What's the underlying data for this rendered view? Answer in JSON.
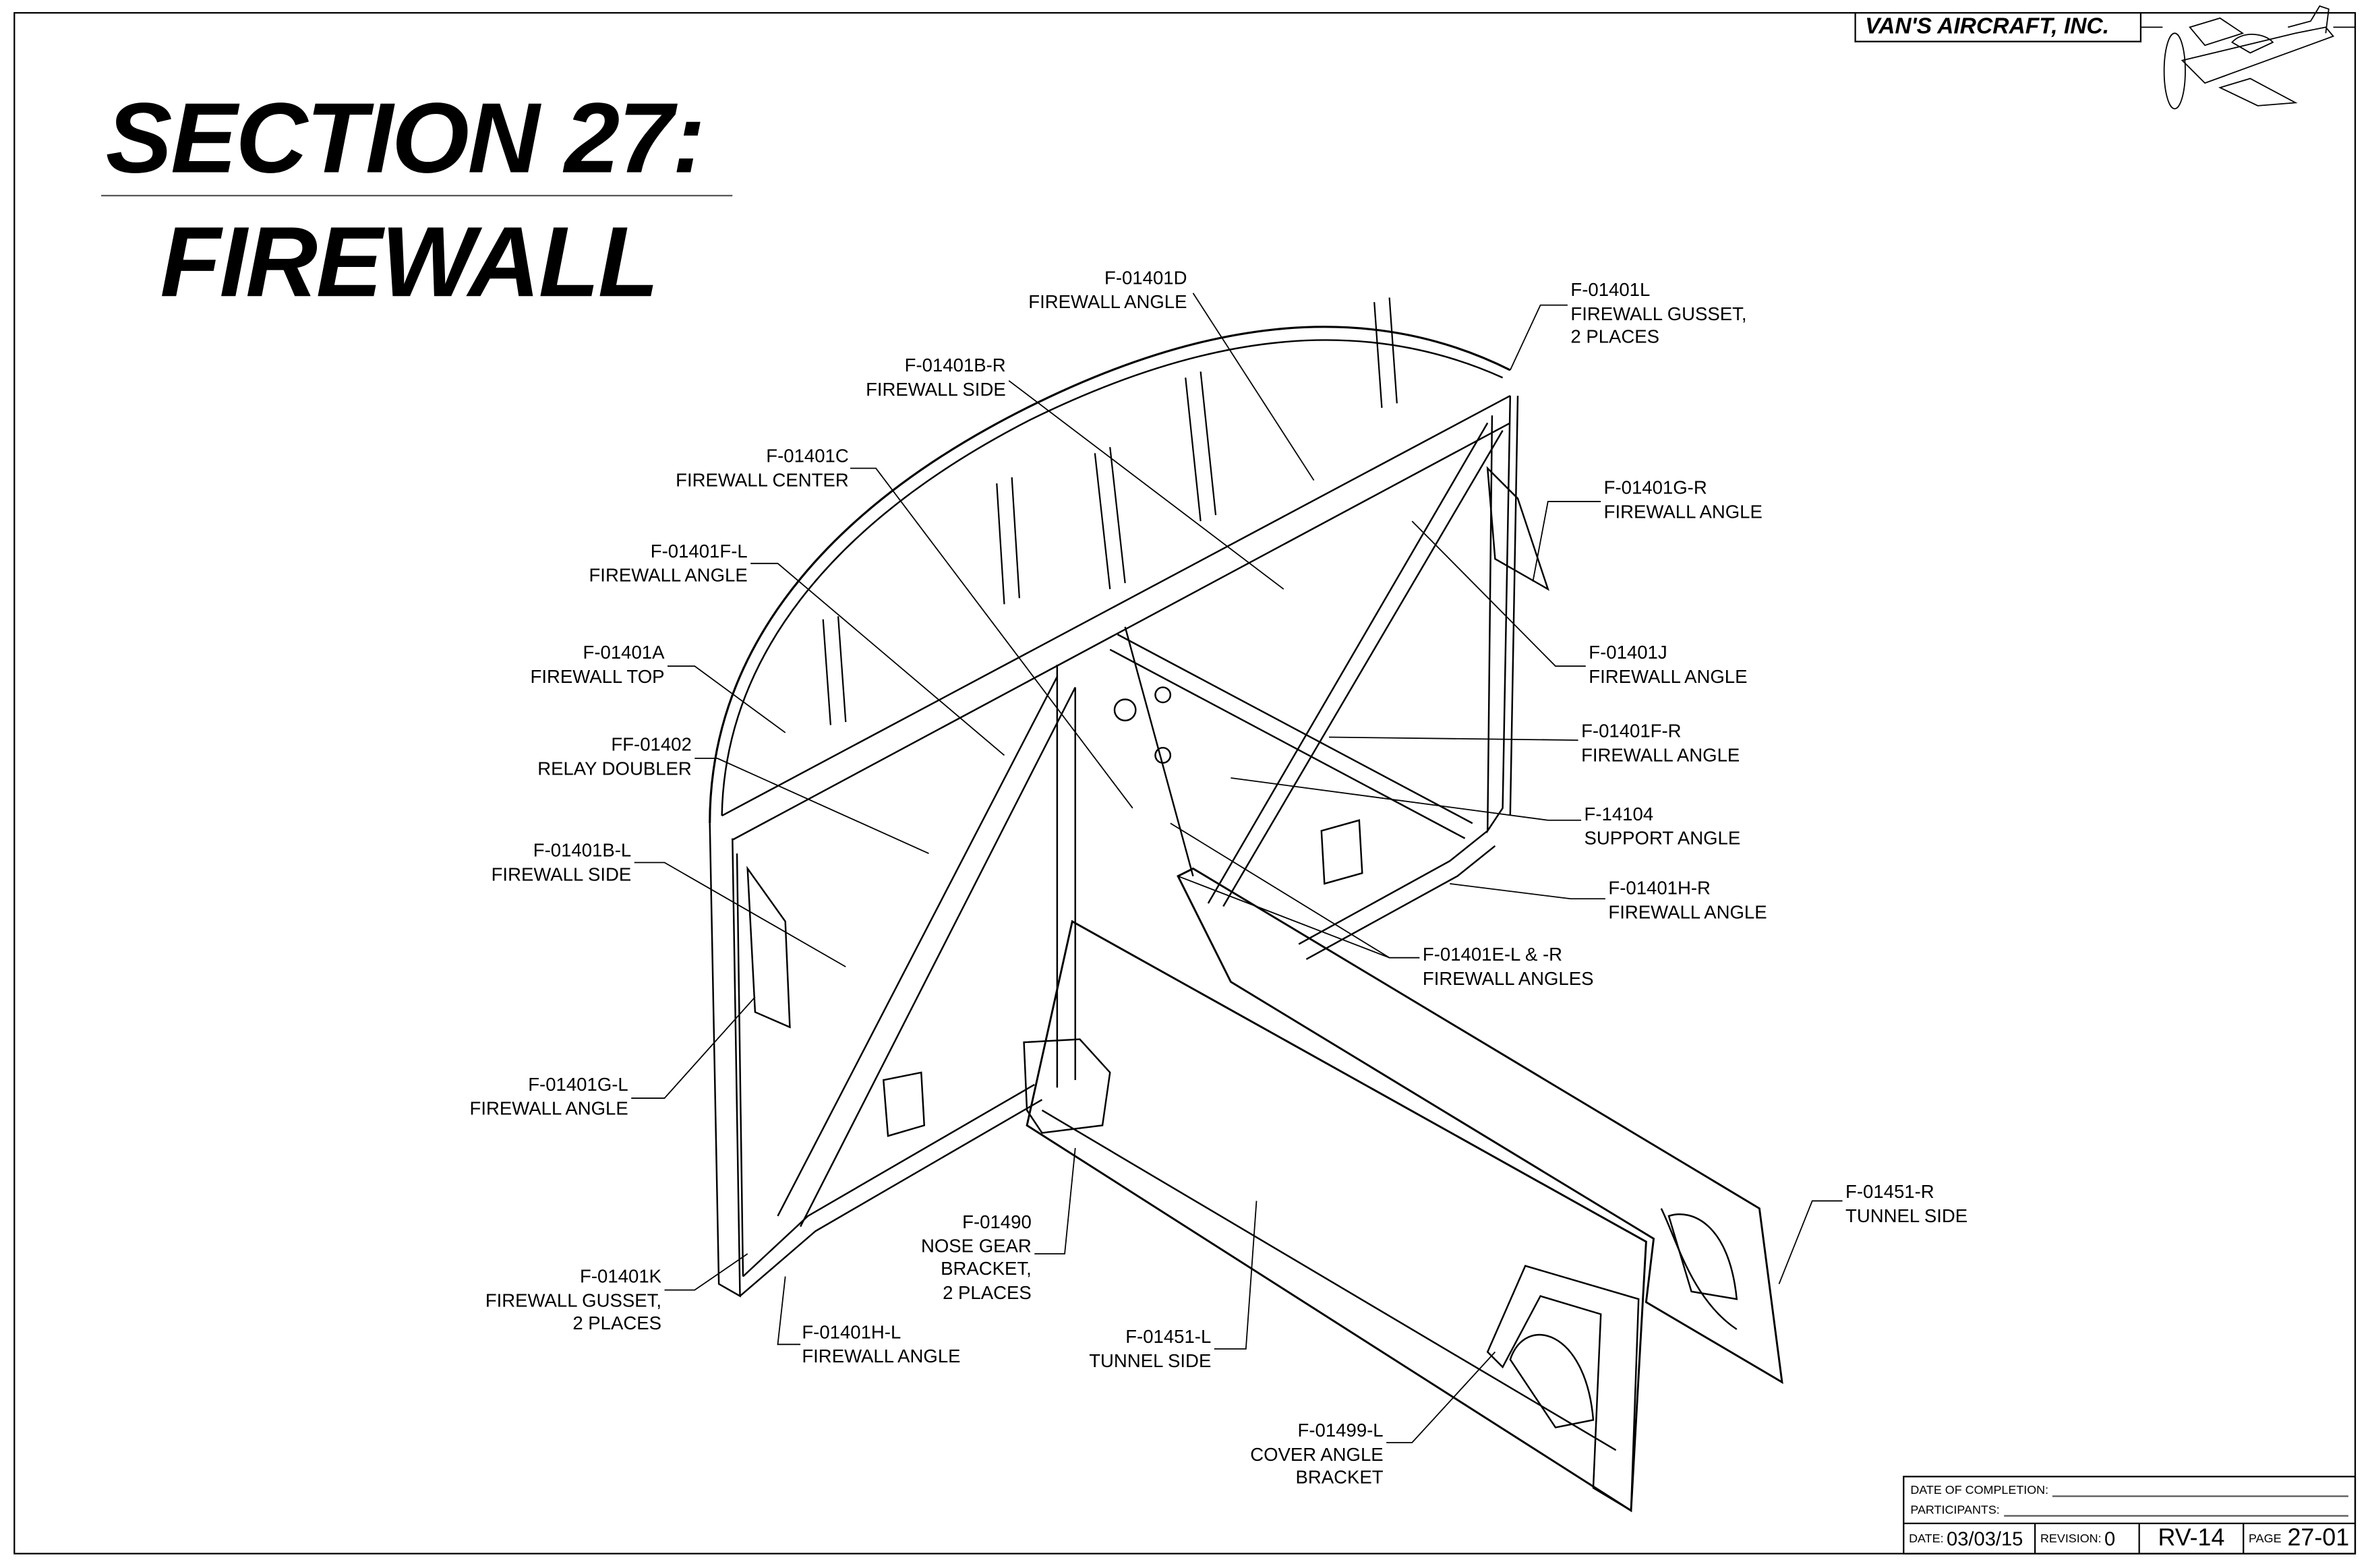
{
  "brand": "VAN'S AIRCRAFT, INC.",
  "title": {
    "line1": "SECTION 27:",
    "line2": "FIREWALL"
  },
  "callouts": [
    {
      "id": "f01401d",
      "lines": [
        "F-01401D",
        "FIREWALL ANGLE"
      ]
    },
    {
      "id": "f01401l",
      "lines": [
        "F-01401L",
        "FIREWALL GUSSET,",
        "2 PLACES"
      ]
    },
    {
      "id": "f01401br",
      "lines": [
        "F-01401B-R",
        "FIREWALL SIDE"
      ]
    },
    {
      "id": "f01401c",
      "lines": [
        "F-01401C",
        "FIREWALL CENTER"
      ]
    },
    {
      "id": "f01401gr",
      "lines": [
        "F-01401G-R",
        "FIREWALL ANGLE"
      ]
    },
    {
      "id": "f01401fl",
      "lines": [
        "F-01401F-L",
        "FIREWALL ANGLE"
      ]
    },
    {
      "id": "f01401a",
      "lines": [
        "F-01401A",
        "FIREWALL TOP"
      ]
    },
    {
      "id": "f01401j",
      "lines": [
        "F-01401J",
        "FIREWALL ANGLE"
      ]
    },
    {
      "id": "f01401fr",
      "lines": [
        "F-01401F-R",
        "FIREWALL ANGLE"
      ]
    },
    {
      "id": "ff01402",
      "lines": [
        "FF-01402",
        "RELAY DOUBLER"
      ]
    },
    {
      "id": "f14104",
      "lines": [
        "F-14104",
        "SUPPORT ANGLE"
      ]
    },
    {
      "id": "f01401bl",
      "lines": [
        "F-01401B-L",
        "FIREWALL SIDE"
      ]
    },
    {
      "id": "f01401hr",
      "lines": [
        "F-01401H-R",
        "FIREWALL ANGLE"
      ]
    },
    {
      "id": "f01401e",
      "lines": [
        "F-01401E-L & -R",
        "FIREWALL ANGLES"
      ]
    },
    {
      "id": "f01401gl",
      "lines": [
        "F-01401G-L",
        "FIREWALL ANGLE"
      ]
    },
    {
      "id": "f01451r",
      "lines": [
        "F-01451-R",
        "TUNNEL SIDE"
      ]
    },
    {
      "id": "f01490",
      "lines": [
        "F-01490",
        "NOSE GEAR",
        "BRACKET,",
        "2 PLACES"
      ]
    },
    {
      "id": "f01401k",
      "lines": [
        "F-01401K",
        "FIREWALL GUSSET,",
        "2 PLACES"
      ]
    },
    {
      "id": "f01401hl",
      "lines": [
        "F-01401H-L",
        "FIREWALL ANGLE"
      ]
    },
    {
      "id": "f01451l",
      "lines": [
        "F-01451-L",
        "TUNNEL SIDE"
      ]
    },
    {
      "id": "f01499l",
      "lines": [
        "F-01499-L",
        "COVER ANGLE",
        "BRACKET"
      ]
    }
  ],
  "title_block": {
    "date_of_completion_label": "DATE OF COMPLETION:",
    "participants_label": "PARTICIPANTS:",
    "date_label": "DATE:",
    "date": "03/03/15",
    "revision_label": "REVISION:",
    "revision": "0",
    "model": "RV-14",
    "page_label": "PAGE",
    "page": "27-01"
  }
}
